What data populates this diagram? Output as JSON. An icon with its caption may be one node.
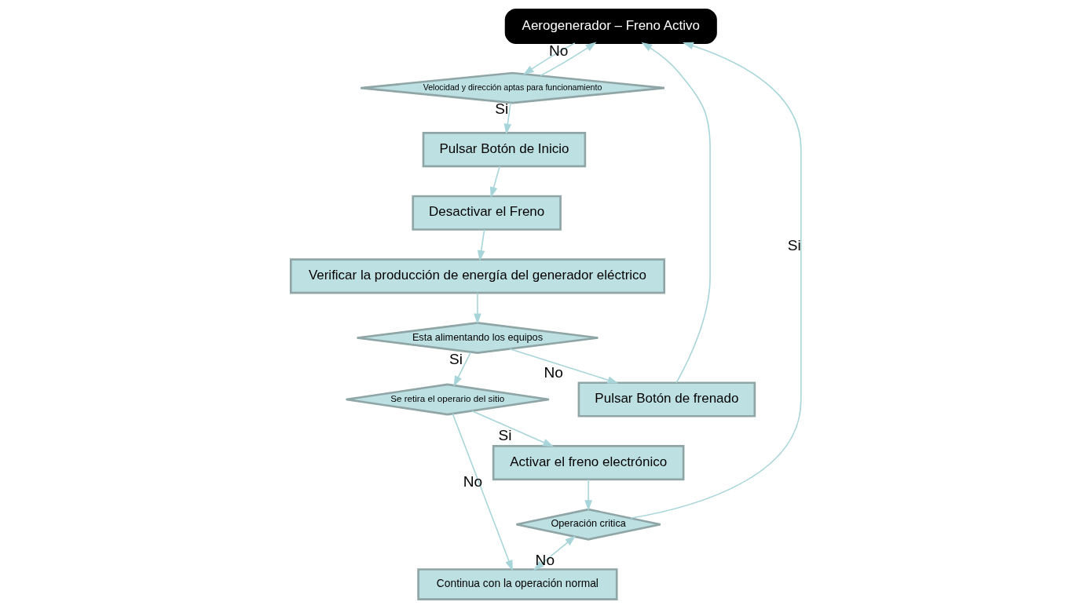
{
  "diagram": {
    "nodes": [
      {
        "text": [
          "Aerogenerador – Freno Activo"
        ]
      },
      {
        "text": [
          "Pulsar Botón de frenado"
        ]
      },
      {
        "text": [
          "Operación critica"
        ]
      },
      {
        "text": [
          "Velocidad y dirección aptas para funcionamiento"
        ]
      },
      {
        "text": [
          "Esta alimentando los equipos"
        ]
      },
      {
        "text": [
          "Activar el freno electrónico"
        ]
      },
      {
        "text": [
          "Pulsar Botón de Inicio"
        ]
      },
      {
        "text": [
          "Se retira el operario del sitio"
        ]
      },
      {
        "text": [
          "Continua con la operación normal"
        ]
      },
      {
        "text": [
          "Desactivar el Freno"
        ]
      },
      {
        "text": [
          "Verificar la producción de energía del generador eléctrico"
        ]
      }
    ],
    "edges": [
      {
        "from": 0,
        "to": 3,
        "arrow": "to"
      },
      {
        "from": 3,
        "to": 0,
        "arrow": "to",
        "label": "No"
      },
      {
        "from": 3,
        "to": 6,
        "arrow": "to",
        "label": "Si"
      },
      {
        "from": 6,
        "to": 9,
        "arrow": "to"
      },
      {
        "from": 9,
        "to": 10,
        "arrow": "to"
      },
      {
        "from": 10,
        "to": 4,
        "arrow": "to"
      },
      {
        "from": 4,
        "to": 1,
        "arrow": "to",
        "label": "No"
      },
      {
        "from": 1,
        "to": 0,
        "arrow": "to"
      },
      {
        "from": 4,
        "to": 7,
        "arrow": "to",
        "label": "Si"
      },
      {
        "from": 7,
        "to": 5,
        "arrow": "to",
        "label": "Si"
      },
      {
        "from": 7,
        "to": 8,
        "arrow": "to",
        "label": "No"
      },
      {
        "from": 5,
        "to": 2,
        "arrow": "to"
      },
      {
        "from": 2,
        "to": 0,
        "arrow": "to",
        "label": "Si"
      },
      {
        "from": 2,
        "to": 8,
        "arrow": "both",
        "label": "No"
      }
    ]
  }
}
